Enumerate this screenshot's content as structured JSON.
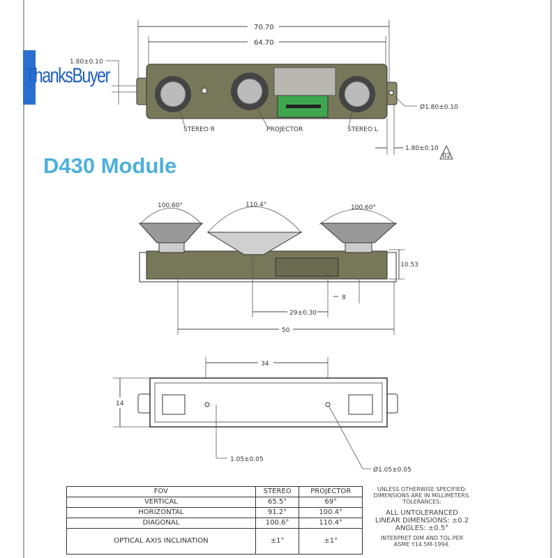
{
  "title": "D430 Module",
  "logo": "ThanksBuyer",
  "top_view": {
    "dim_overall": "70.70",
    "dim_inner": "64.70",
    "dim_tab_left": "1.80±0.10",
    "dim_hole": "Ø1.80±0.10",
    "dim_tab_right": "1.80±0.10",
    "datum": "02",
    "labels": [
      "STEREO R",
      "PROJECTOR",
      "STEREO L"
    ]
  },
  "side_view": {
    "angle_left": "100.60°",
    "angle_projector": "110.4°",
    "angle_right": "100.60°",
    "dim_height": "10.53",
    "dim_29": "29±0.30",
    "dim_8": "8",
    "dim_50": "50"
  },
  "bottom_view": {
    "dim_34": "34",
    "dim_14": "14",
    "dim_hole_left": "1.05±0.05",
    "dim_hole_right": "Ø1.05±0.05"
  },
  "fov_table": {
    "headers": [
      "FOV",
      "STEREO",
      "PROJECTOR"
    ],
    "rows": [
      [
        "VERTICAL",
        "65.5°",
        "69°"
      ],
      [
        "HORIZONTAL",
        "91.2°",
        "100.4°"
      ],
      [
        "DIAGONAL",
        "100.6°",
        "110.4°"
      ],
      [
        "OPTICAL AXIS INCLINATION",
        "±1°",
        "±1°"
      ]
    ]
  },
  "notes": {
    "line1": "UNLESS OTHERWISE SPECIFIED:",
    "line2": "DIMENSIONS ARE IN MILLIMETERS.",
    "line3": "TOLERANCES:",
    "line4": "ALL UNTOLERANCED",
    "line5": "LINEAR DIMENSIONS: ±0.2",
    "line6": "ANGLES: ±0.5°",
    "line7": "INTERPRET DIM AND TOL PER",
    "line8": "ASME Y14.5M-1994."
  },
  "colors": {
    "module": "#77775a",
    "title": "#4cb0dc",
    "logo": "#1f5fbf",
    "pcb": "#3fa650"
  }
}
